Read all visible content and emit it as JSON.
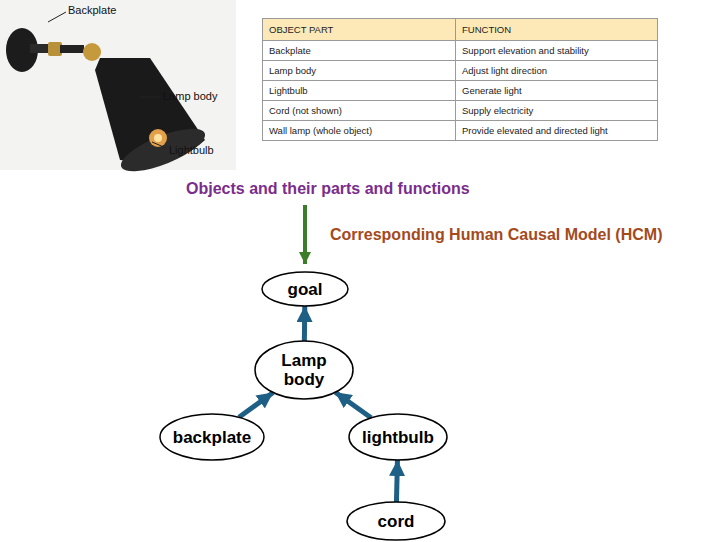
{
  "diagram": {
    "nodes": [
      {
        "text": [
          "goal"
        ]
      },
      {
        "text": [
          "Lamp body"
        ]
      },
      {
        "text": [
          "backplate"
        ]
      },
      {
        "text": [
          "lightbulb"
        ]
      },
      {
        "text": [
          "cord"
        ]
      }
    ],
    "edges": [
      {
        "from": 1,
        "to": 0,
        "arrow": "to"
      },
      {
        "from": 2,
        "to": 1,
        "arrow": "to"
      },
      {
        "from": 3,
        "to": 1,
        "arrow": "to"
      },
      {
        "from": 4,
        "to": 3,
        "arrow": "to"
      }
    ],
    "labels": [
      "Backplate",
      "Lamp body",
      "Lightbulb",
      "OBJECT PART",
      "FUNCTION",
      "Backplate",
      "Support elevation and stability",
      "Lamp body",
      "Adjust light direction",
      "Lightbulb",
      "Generate light",
      "Cord (not shown)",
      "Supply electricity",
      "Wall lamp (whole object)",
      "Provide elevated and directed light",
      "Objects and their parts and functions",
      "Corresponding Human Causal Model (HCM)"
    ]
  }
}
